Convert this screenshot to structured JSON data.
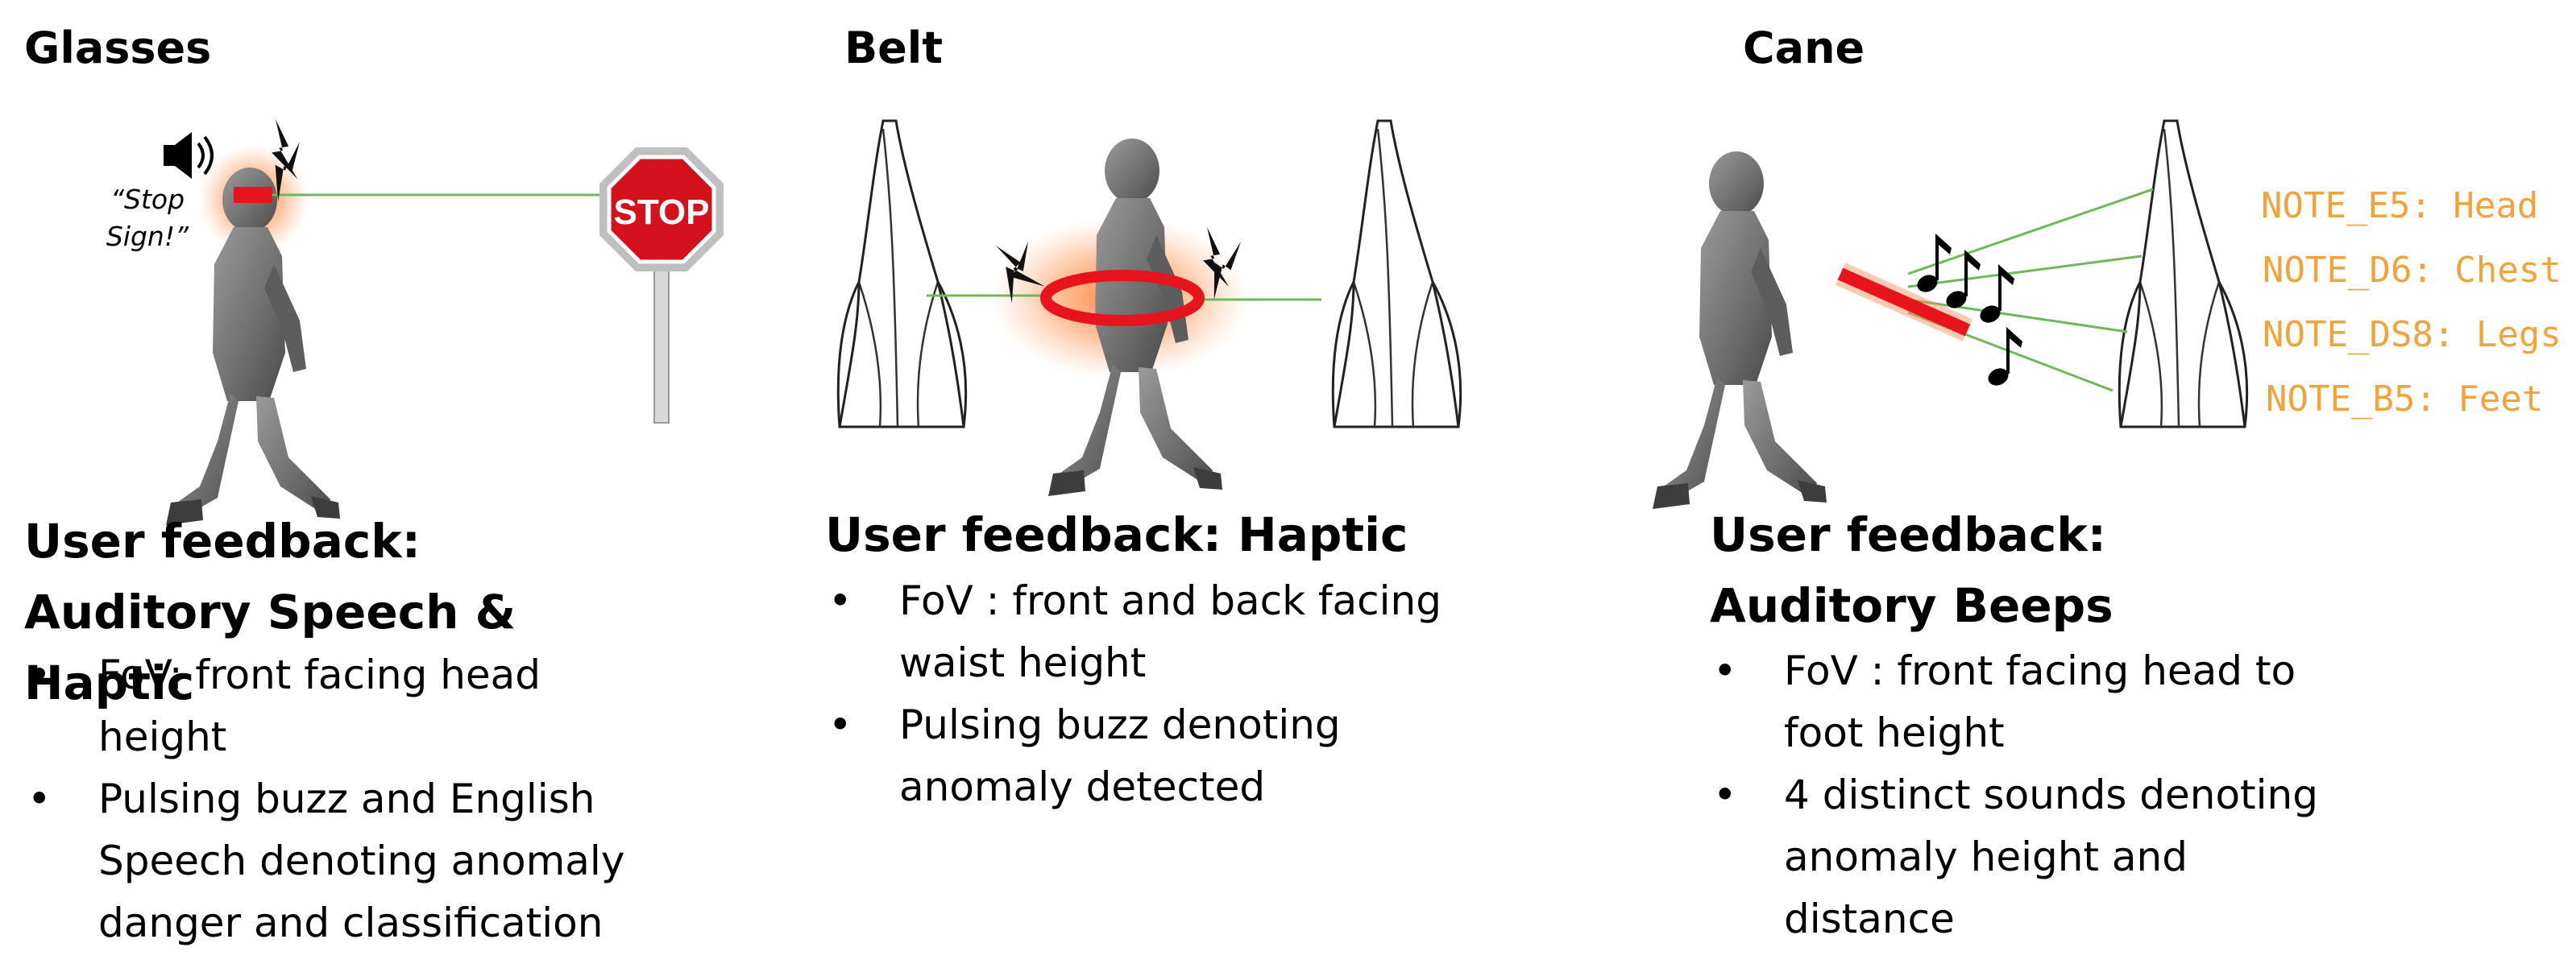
{
  "panels": [
    {
      "title": "Glasses",
      "feedback_title": "User feedback: Auditory Speech & Haptic",
      "bullets": [
        "FoV: front facing head height",
        "Pulsing buzz and English Speech denoting anomaly danger and classification"
      ],
      "sign_text": "STOP",
      "quote_line1": "“Stop",
      "quote_line2": "Sign!”"
    },
    {
      "title": "Belt",
      "feedback_title": "User feedback: Haptic",
      "bullets": [
        "FoV : front and back facing waist height",
        "Pulsing buzz denoting anomaly detected"
      ]
    },
    {
      "title": "Cane",
      "feedback_title": "User feedback: Auditory Beeps",
      "bullets": [
        "FoV : front facing head to foot height",
        "4 distinct sounds denoting anomaly height and distance"
      ],
      "notes": [
        "NOTE_E5: Head",
        "NOTE_D6: Chest",
        "NOTE_DS8: Legs",
        "NOTE_B5: Feet"
      ]
    }
  ],
  "colors": {
    "feedback_red": "#E8141B",
    "glow_orange": "#FF7A33",
    "beam_green": "#6FB85A",
    "note_orange": "#F2A33A",
    "stop_red": "#D4121D"
  },
  "icons": [
    "speaker-icon",
    "haptic-zap-icon",
    "music-note-icon",
    "stop-sign-icon",
    "walking-person-icon",
    "obstacle-bag-icon"
  ]
}
